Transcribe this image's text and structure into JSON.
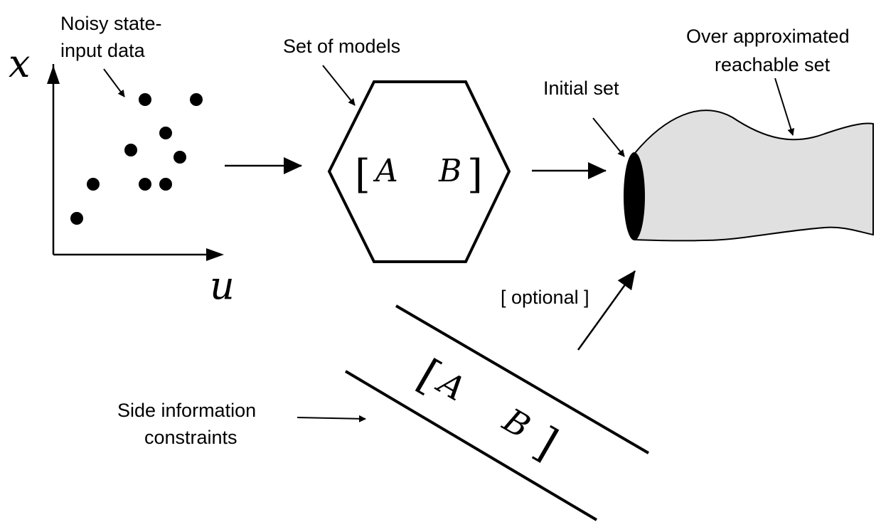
{
  "labels": {
    "noisy_line1": "Noisy state-",
    "noisy_line2": "input data",
    "set_of_models": "Set of models",
    "initial_set": "Initial set",
    "reachable_line1": "Over approximated",
    "reachable_line2": "reachable set",
    "optional": "[ optional ]",
    "side_line1": "Side information",
    "side_line2": "constraints"
  },
  "math": {
    "x_axis": "u",
    "y_axis": "x",
    "matrix_A": "A",
    "matrix_B": "B",
    "bracket_open": "[",
    "bracket_close": "]"
  },
  "colors": {
    "ink": "#000000",
    "tube_fill": "#e0e0e0",
    "background": "#ffffff"
  }
}
